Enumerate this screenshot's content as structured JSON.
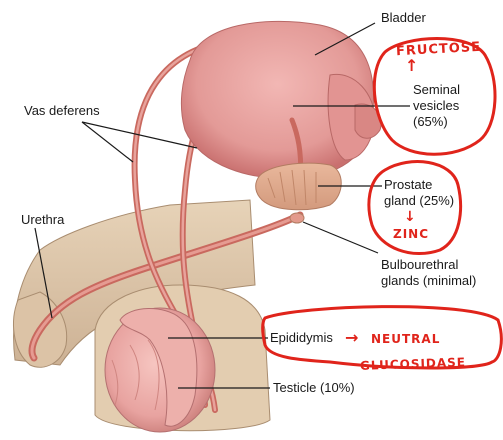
{
  "labels": {
    "bladder": "Bladder",
    "seminal_vesicles": [
      "Seminal",
      "vesicles",
      "(65%)"
    ],
    "vas_deferens": "Vas deferens",
    "urethra": "Urethra",
    "prostate": [
      "Prostate",
      "gland (25%)"
    ],
    "bulbourethral": [
      "Bulbourethral",
      "glands (minimal)"
    ],
    "epididymis": "Epididymis",
    "testicle": "Testicle (10%)"
  },
  "annotations": {
    "fructose": "FRUCTOSE",
    "zinc": "ZINC",
    "neutral": "NEUTRAL",
    "glucosidase": "GLUCOSIDASE",
    "arrow_up": "↑",
    "arrow_down": "↓",
    "arrow_right": "→"
  },
  "colors": {
    "annotation_red": "#e0241b",
    "tissue_pink": "#e49a9a",
    "tissue_dark": "#c86a6a",
    "skin_tan": "#d7c0a3",
    "duct": "#c9695f"
  }
}
